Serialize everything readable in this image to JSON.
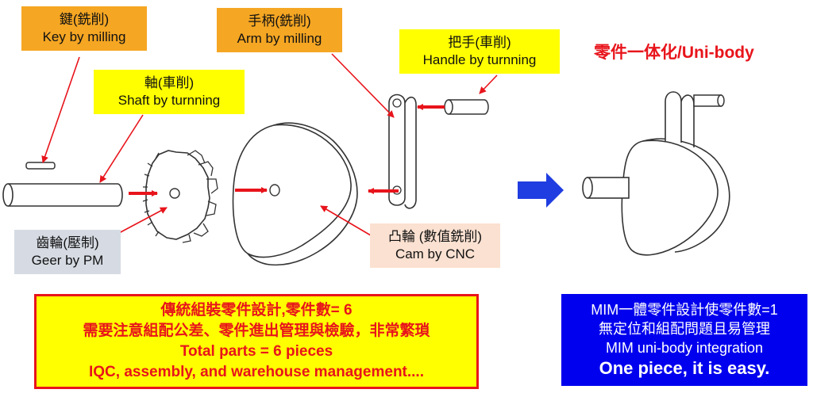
{
  "labels": {
    "key": {
      "zh": "鍵(銑削)",
      "en": "Key by milling"
    },
    "arm": {
      "zh": "手柄(銑削)",
      "en": "Arm by milling"
    },
    "handle": {
      "zh": "把手(車削)",
      "en": "Handle by turnning"
    },
    "shaft": {
      "zh": "軸(車削)",
      "en": "Shaft by turnning"
    },
    "gear": {
      "zh": "齒輪(壓制)",
      "en": "Geer by PM"
    },
    "cam": {
      "zh": "凸輪 (數值銑削)",
      "en": "Cam by CNC"
    }
  },
  "unibody_title": "零件一体化/Uni-body",
  "traditional_box": {
    "lines": [
      "傳統組裝零件設計,零件數= 6",
      "需要注意組配公差、零件進出管理與檢驗，非常繁瑣",
      "Total parts = 6 pieces",
      "IQC, assembly, and warehouse management...."
    ]
  },
  "mim_box": {
    "lines": [
      "MIM一體零件設計使零件數=1",
      "無定位和組配問題且易管理",
      "MIM uni-body integration"
    ],
    "highlight": "One piece, it is easy."
  },
  "colors": {
    "orange_label": "#f5a623",
    "yellow_label": "#ffff00",
    "gray_label": "#d6dbe3",
    "peach_label": "#fbe1d1",
    "red_arrow": "#e8141b",
    "blue_arrow": "#1f3de0",
    "blue_box": "#0000ee"
  }
}
